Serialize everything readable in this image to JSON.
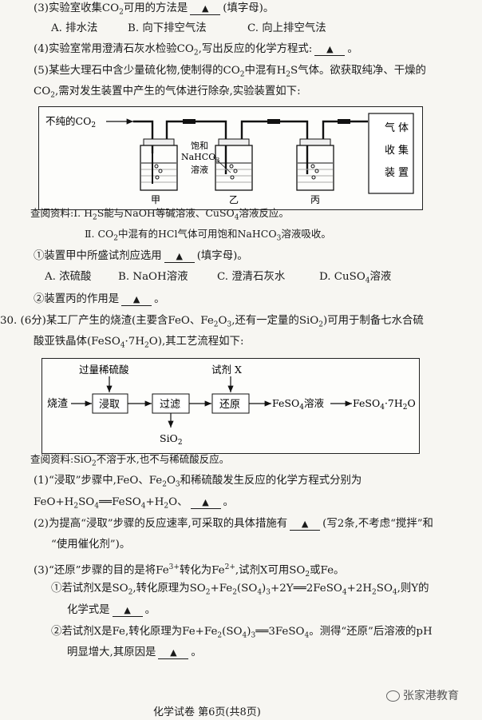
{
  "q3": {
    "stem_a": "(3)实验室收集CO",
    "stem_b": "可用的方法是",
    "stem_c": "(填字母)。",
    "opt_a": "A. 排水法",
    "opt_b": "B. 向下排空气法",
    "opt_c": "C. 向上排空气法"
  },
  "q4": {
    "stem_a": "(4)实验室常用澄清石灰水检验CO",
    "stem_b": ",写出反应的化学方程式:",
    "stem_c": "。"
  },
  "q5": {
    "l1a": "(5)某些大理石中含少量硫化物,使制得的CO",
    "l1b": "中混有H",
    "l1c": "S气体。欲获取纯净、干燥的",
    "l2a": "CO",
    "l2b": ",需对发生装置中产生的气体进行除杂,实验装置如下:"
  },
  "apparatus": {
    "inlet_a": "不纯的CO",
    "inlet_b": "2",
    "reagent_1": "饱和",
    "reagent_2": "NaHCO",
    "reagent_2_sub": "3",
    "reagent_3": "溶液",
    "label_jia": "甲",
    "label_yi": "乙",
    "label_bing": "丙",
    "collector": [
      "气",
      "体",
      "收",
      "集",
      "装",
      "置"
    ]
  },
  "ref1": {
    "l1a": "查阅资料:Ⅰ. H",
    "l1b": "S能与NaOH等碱溶液、CuSO",
    "l1c": "溶液反应。",
    "l2a": "Ⅱ. CO",
    "l2b": "中混有的HCl气体可用饱和NaHCO",
    "l2c": "溶液吸收。"
  },
  "sub1": {
    "stem_a": "①装置甲中所盛试剂应选用",
    "stem_b": "(填字母)。",
    "opt_a": "A. 浓硫酸",
    "opt_b": "B. NaOH溶液",
    "opt_c": "C. 澄清石灰水",
    "opt_d": "D. CuSO",
    "opt_d2": "溶液"
  },
  "sub2": {
    "stem_a": "②装置丙的作用是",
    "stem_b": "。"
  },
  "q30": {
    "l1a": "30. (6分)某工厂产生的烧渣(主要含FeO、Fe",
    "l1b": "O",
    "l1c": ",还有一定量的SiO",
    "l1d": ")可用于制备七水合硫",
    "l2a": "酸亚铁晶体(FeSO",
    "l2b": "·7H",
    "l2c": "O),其工艺流程如下:"
  },
  "flow": {
    "acid": "过量稀硫酸",
    "reagent_x": "试剂 X",
    "start": "烧渣",
    "step1": "浸取",
    "step2": "过滤",
    "step3": "还原",
    "product1a": "FeSO",
    "product1b": "溶液",
    "product2a": "FeSO",
    "product2b": "·7H",
    "product2c": "O",
    "byproduct": "SiO",
    "sub2": "2",
    "sub4": "4"
  },
  "ref2": {
    "text_a": "查阅资料:SiO",
    "text_b": "不溶于水,也不与稀硫酸反应。"
  },
  "p1": {
    "l1a": "(1)“浸取”步骤中,FeO、Fe",
    "l1b": "O",
    "l1c": "和稀硫酸发生反应的化学方程式分别为",
    "l2": "FeO+H",
    "l2b": "SO",
    "l2c": "══FeSO",
    "l2d": "+H",
    "l2e": "O、",
    "l2f": "。"
  },
  "p2": {
    "l1a": "(2)为提高“浸取”步骤的反应速率,可采取的具体措施有",
    "l1b": "(写2条,不考虑“搅拌”和",
    "l2": "“使用催化剂”)。"
  },
  "p3": {
    "l1a": "(3)“还原”步骤的目的是将Fe",
    "l1b": "转化为Fe",
    "l1c": ",试剂X可用SO",
    "l1d": "或Fe。",
    "sup3": "3+",
    "sup2": "2+"
  },
  "p3a": {
    "l1a": "①若试剂X是SO",
    "l1b": ",转化原理为SO",
    "l1c": "+Fe",
    "l1d": "(SO",
    "l1e": ")",
    "l1f": "+2Y══2FeSO",
    "l1g": "+2H",
    "l1h": "SO",
    "l1i": ",则Y的",
    "l2a": "化学式是",
    "l2b": "。"
  },
  "p3b": {
    "l1a": "②若试剂X是Fe,转化原理为Fe+Fe",
    "l1b": "(SO",
    "l1c": ")",
    "l1d": "══3FeSO",
    "l1e": "。测得“还原”后溶液的pH",
    "l2a": "明显增大,其原因是",
    "l2b": "。"
  },
  "footer": "化学试卷  第6页(共8页)",
  "watermark": "张家港教育",
  "num": {
    "two": "2",
    "three": "3",
    "four": "4"
  }
}
